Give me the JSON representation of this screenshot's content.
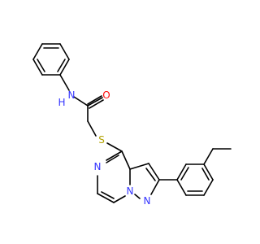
{
  "molecule": {
    "atoms": {
      "nh": "N",
      "h": "H",
      "o": "O",
      "s": "S",
      "n_pyrazine": "N",
      "n_bridge": "N",
      "n_pyrazole": "N"
    }
  },
  "colors": {
    "bond": "#000000",
    "nitrogen": "#3333ff",
    "oxygen": "#ff0d0d",
    "sulfur": "#b2a200"
  }
}
